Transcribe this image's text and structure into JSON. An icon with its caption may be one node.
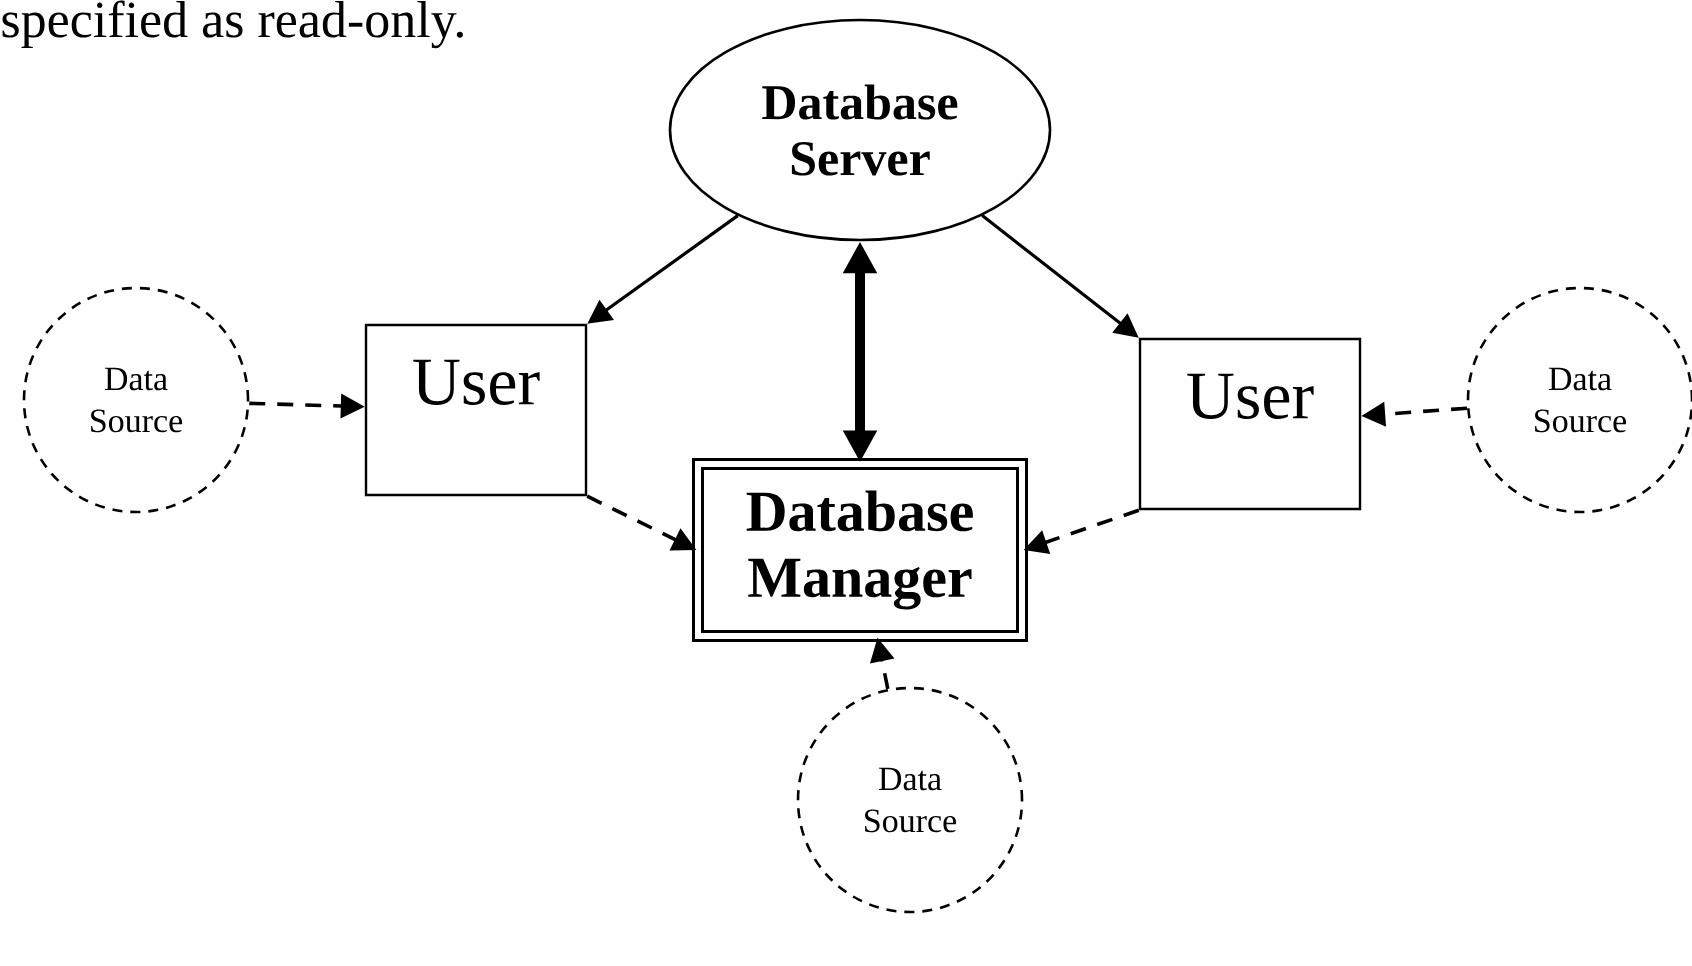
{
  "diagram": {
    "nodes": [
      {
        "text": [
          "Database Server"
        ]
      },
      {
        "text": [
          "User"
        ]
      },
      {
        "text": [
          "User"
        ]
      },
      {
        "text": [
          "Database Manager"
        ]
      },
      {
        "text": [
          "Data Source"
        ]
      },
      {
        "text": [
          "Data Source"
        ]
      },
      {
        "text": [
          "Data Source"
        ]
      }
    ],
    "edges": [
      {
        "from": 0,
        "to": 1,
        "arrow": "to"
      },
      {
        "from": 0,
        "to": 2,
        "arrow": "to"
      },
      {
        "from": 0,
        "to": 3,
        "arrow": "both",
        "style": "thick"
      },
      {
        "from": 4,
        "to": 1,
        "arrow": "to",
        "style": "dashed"
      },
      {
        "from": 5,
        "to": 2,
        "arrow": "to",
        "style": "dashed"
      },
      {
        "from": 1,
        "to": 3,
        "arrow": "to",
        "style": "dashed"
      },
      {
        "from": 2,
        "to": 3,
        "arrow": "to",
        "style": "dashed"
      },
      {
        "from": 6,
        "to": 3,
        "arrow": "to",
        "style": "dashed"
      }
    ],
    "labels": [
      "specified as read-only."
    ]
  }
}
